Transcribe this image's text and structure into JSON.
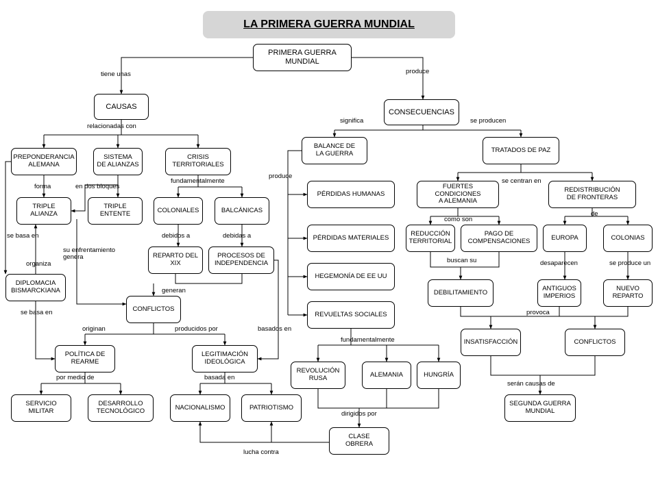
{
  "title": "LA PRIMERA GUERRA MUNDIAL",
  "nodes": {
    "primera_guerra": "PRIMERA GUERRA\nMUNDIAL",
    "causas": "CAUSAS",
    "consecuencias": "CONSECUENCIAS",
    "preponderancia": "PREPONDERANCIA\nALEMANA",
    "sistema_alianzas": "SISTEMA\nDE ALIANZAS",
    "crisis_territoriales": "CRISIS\nTERRITORIALES",
    "triple_alianza": "TRIPLE\nALIANZA",
    "triple_entente": "TRIPLE\nENTENTE",
    "coloniales": "COLONIALES",
    "balcanicas": "BALCÁNICAS",
    "reparto_xix": "REPARTO DEL\nXIX",
    "procesos_independencia": "PROCESOS DE\nINDEPENDENCIA",
    "diplomacia": "DIPLOMACIA\nBISMARCKIANA",
    "conflictos_causa": "CONFLICTOS",
    "politica_rearme": "POLÍTICA DE\nREARME",
    "legitimacion": "LEGITIMACIÓN\nIDEOLÓGICA",
    "servicio_militar": "SERVICIO\nMILITAR",
    "desarrollo_tecnologico": "DESARROLLO\nTECNOLÓGICO",
    "nacionalismo": "NACIONALISMO",
    "patriotismo": "PATRIOTISMO",
    "balance_guerra": "BALANCE DE\nLA GUERRA",
    "perdidas_humanas": "PÉRDIDAS HUMANAS",
    "perdidas_materiales": "PÉRDIDAS MATERIALES",
    "hegemonia": "HEGEMONÍA DE EE UU",
    "revueltas": "REVUELTAS SOCIALES",
    "revolucion_rusa": "REVOLUCIÓN\nRUSA",
    "alemania": "ALEMANIA",
    "hungria": "HUNGRÍA",
    "clase_obrera": "CLASE\nOBRERA",
    "tratados_paz": "TRATADOS DE PAZ",
    "fuertes_condiciones": "FUERTES CONDICIONES\nA ALEMANIA",
    "redistribucion": "REDISTRIBUCIÓN\nDE FRONTERAS",
    "reduccion_territorial": "REDUCCIÓN\nTERRITORIAL",
    "pago_compensaciones": "PAGO DE\nCOMPENSACIONES",
    "europa": "EUROPA",
    "colonias": "COLONIAS",
    "debilitamiento": "DEBILITAMIENTO",
    "antiguos_imperios": "ANTIGUOS\nIMPERIOS",
    "nuevo_reparto": "NUEVO\nREPARTO",
    "insatisfaccion": "INSATISFACCIÓN",
    "conflictos_cons": "CONFLICTOS",
    "segunda_guerra": "SEGUNDA GUERRA\nMUNDIAL"
  },
  "labels": {
    "tiene_unas": "tiene unas",
    "produce_top": "produce",
    "relacionadas_con": "relacionadas con",
    "significa": "significa",
    "se_producen": "se producen",
    "forma": "forma",
    "en_dos_bloques": "en dos bloques",
    "fundamentalmente_1": "fundamentalmente",
    "produce_balance": "produce",
    "se_basa_en_1": "se basa en",
    "debidos_a": "debidos a",
    "debidas_a": "debidas a",
    "su_enfrentamiento": "su enfrentamiento\ngenera",
    "organiza": "organiza",
    "generan": "generan",
    "se_basa_en_2": "se basa en",
    "originan": "originan",
    "producidos_por": "producidos por",
    "basados_en": "basados en",
    "por_medio_de": "por medio de",
    "basada_en": "basada en",
    "lucha_contra": "lucha contra",
    "fundamentalmente_2": "fundamentalmente",
    "dirigidos_por": "dirigidos por",
    "se_centran_en": "se centran en",
    "como_son": "como son",
    "de": "de",
    "buscan_su": "buscan su",
    "desaparecen": "desaparecen",
    "se_produce_un": "se produce un",
    "provoca": "provoca",
    "seran_causas_de": "serán causas de"
  }
}
